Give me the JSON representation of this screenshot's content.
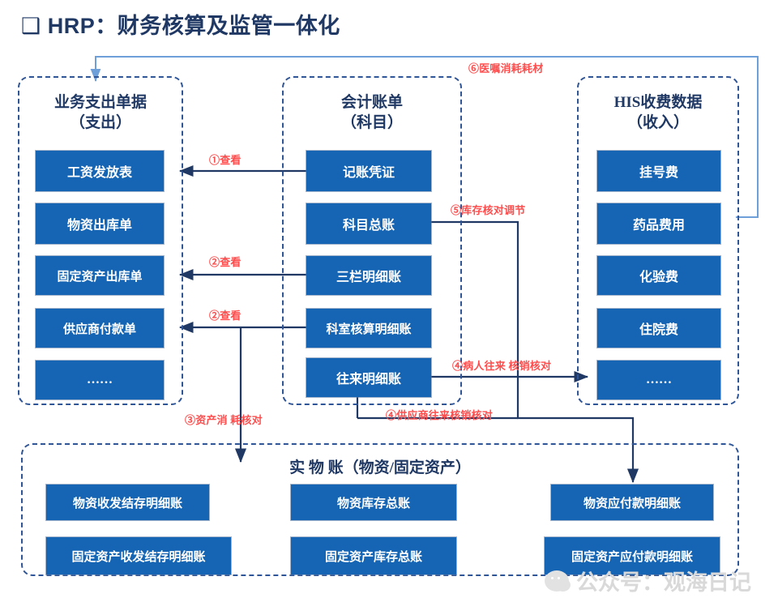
{
  "title": "❑ HRP：财务核算及监管一体化",
  "panels": [
    {
      "id": "expense",
      "title_line1": "业务支出单据",
      "title_line2": "（支出）",
      "items": [
        "工资发放表",
        "物资出库单",
        "固定资产出库单",
        "供应商付款单",
        "……"
      ]
    },
    {
      "id": "accounting",
      "title_line1": "会计账单",
      "title_line2": "（科目）",
      "items": [
        "记账凭证",
        "科目总账",
        "三栏明细账",
        "科室核算明细账",
        "往来明细账"
      ]
    },
    {
      "id": "his",
      "title_line1": "HIS收费数据",
      "title_line2": "（收入）",
      "items": [
        "挂号费",
        "药品费用",
        "化验费",
        "住院费",
        "……"
      ]
    }
  ],
  "bottom_panel": {
    "id": "physical-ledger",
    "title": "实 物 账（物资/固定资产）",
    "items": [
      "物资收发结存明细账",
      "物资库存总账",
      "物资应付款明细账",
      "固定资产收发结存明细账",
      "固定资产库存总账",
      "固定资产应付款明细账"
    ]
  },
  "annotations": [
    {
      "id": "a1",
      "text": "①查看"
    },
    {
      "id": "a2",
      "text": "②查看"
    },
    {
      "id": "a3",
      "text": "②查看"
    },
    {
      "id": "a4",
      "text": "③资产消 耗核对"
    },
    {
      "id": "a5",
      "text": "④病人往来 核销核对"
    },
    {
      "id": "a6",
      "text": "④供应商往来核销核对"
    },
    {
      "id": "a7",
      "text": "⑤库存核对调节"
    },
    {
      "id": "a8",
      "text": "⑥医嘱消耗耗材"
    }
  ],
  "watermark": {
    "text": "公众号：观海日记",
    "icon": "wechat-icon"
  },
  "colors": {
    "box_fill": "#1565b4",
    "panel_border": "#2f5597",
    "title_text": "#1f3864",
    "annotation": "#ff4d4d",
    "connector_dark": "#1f3864",
    "connector_light": "#6f9fd8",
    "watermark": "#d9d9d9"
  }
}
